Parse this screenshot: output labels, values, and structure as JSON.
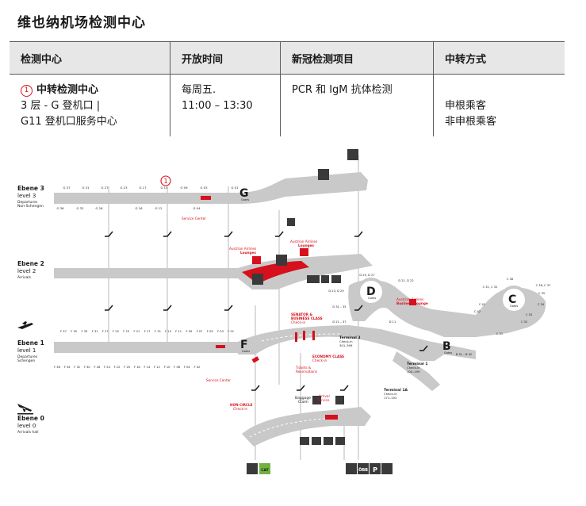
{
  "page": {
    "title": "维也纳机场检测中心"
  },
  "table": {
    "headers": [
      "检测中心",
      "开放时间",
      "新冠检测项目",
      "中转方式"
    ],
    "row": {
      "marker": "1",
      "name": "中转检测中心",
      "location_lines": [
        "3 层 - G 登机口 |",
        "G11 登机口服务中心"
      ],
      "hours_lines": [
        "每周五.",
        "11:00 – 13:30"
      ],
      "tests": "PCR 和 IgM 抗体检测",
      "transfer_lines": [
        "申根乘客",
        "非申根乘客"
      ]
    }
  },
  "map": {
    "colors": {
      "accent": "#d6101c",
      "corridor": "#c4c4c4",
      "dark": "#3a3a3a"
    },
    "levels": [
      {
        "name": "Ebene 3",
        "sub": "level 3",
        "note1": "Departures",
        "note2": "Non-Schengen"
      },
      {
        "name": "Ebene 2",
        "sub": "level 2",
        "note1": "Arrivals",
        "note2": ""
      },
      {
        "name": "Ebene 1",
        "sub": "level 1",
        "note1": "Departures",
        "note2": "Schengen"
      },
      {
        "name": "Ebene 0",
        "sub": "level 0",
        "note1": "Arrivals hall",
        "note2": ""
      }
    ],
    "gates_g_top": [
      "G 37",
      "G 31",
      "G 27",
      "G 23",
      "G 17",
      "G 11",
      "G 09",
      "G 03",
      "G 01"
    ],
    "gates_g_bottom": [
      "G 36",
      "G 32",
      "G 26",
      "G 16",
      "G 12",
      "G 04"
    ],
    "gates_f_top": [
      "F 37",
      "F 35",
      "F 33",
      "F 31",
      "F 27",
      "F 25",
      "F 23",
      "F 21",
      "F 17",
      "F 15",
      "F 13",
      "F 11",
      "F 09",
      "F 07",
      "F 05",
      "F 03",
      "F 01"
    ],
    "gates_f_bottom": [
      "F 36",
      "F 34",
      "F 32",
      "F 30",
      "F 26",
      "F 24",
      "F 22",
      "F 20",
      "F 16",
      "F 14",
      "F 12",
      "F 10",
      "F 06",
      "F 04",
      "F 02"
    ],
    "gates_d": [
      "D 25, D 27",
      "D 21, D 22",
      "D 23, D 29",
      "D 31 – 35",
      "D 21 – 37",
      "D 11"
    ],
    "gates_c": [
      "C 38",
      "C 36, C 37",
      "C 31, C 32",
      "C 35",
      "C 34",
      "C 41",
      "C 42",
      "C 33",
      "C 32",
      "C 31"
    ],
    "gates_b": [
      "B 31 – B 42"
    ],
    "pier_letters": [
      "G",
      "F",
      "D",
      "C",
      "B"
    ],
    "pier_sub": "Gates",
    "marker_g11": "1",
    "labels": {
      "service_center": "Service Center",
      "austrian_lounges_a": "Austrian Airlines",
      "austrian_lounges_b": "Lounges",
      "austrian_business_a": "Austrian Airlines",
      "austrian_business_b": "Business Lounge",
      "senator_a": "SENATOR &",
      "senator_b": "BUSINESS CLASS",
      "senator_c": "Check-in",
      "economy_a": "ECONOMY CLASS",
      "economy_b": "Check-in",
      "tickets_a": "Tickets &",
      "tickets_b": "Reservations",
      "hon_a": "HON CIRCLE",
      "hon_b": "Check-in",
      "terminal3": "Terminal 3",
      "terminal3_checkin": "Check-in",
      "terminal3_range": "301–399",
      "terminal1": "Terminal 1",
      "terminal1_checkin": "Check-in",
      "terminal1_range": "100–199",
      "terminal1a": "Terminal 1A",
      "terminal1a_checkin": "Check-in",
      "terminal1a_range": "171–192",
      "baggage_a": "Baggage",
      "baggage_b": "Claim",
      "arrival_a": "Arrival",
      "arrival_b": "Service",
      "obb": "ÖBB",
      "parking": "P",
      "cat": "CAT"
    }
  }
}
